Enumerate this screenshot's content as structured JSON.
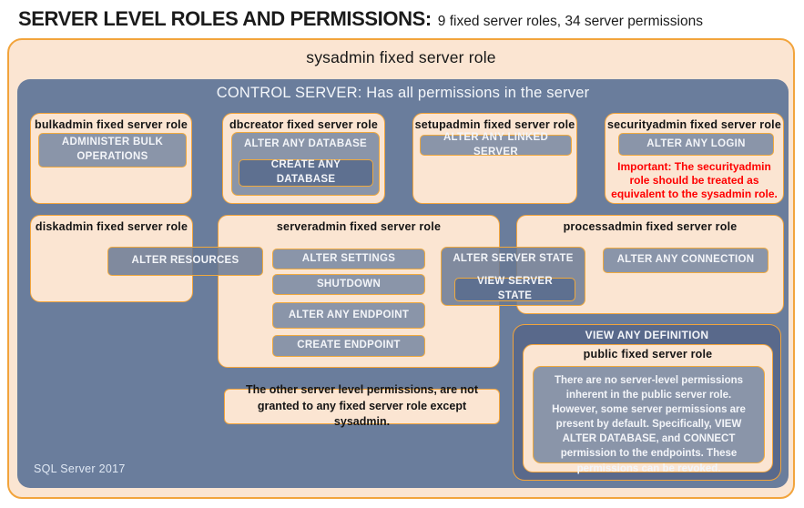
{
  "page": {
    "title_main": "SERVER LEVEL ROLES AND PERMISSIONS:",
    "title_sub": "9 fixed server roles, 34 server permissions",
    "footer": "SQL Server 2017"
  },
  "sysadmin": {
    "label": "sysadmin fixed server role"
  },
  "control": {
    "label": "CONTROL SERVER: Has all permissions in the server"
  },
  "roles": {
    "bulkadmin": {
      "label": "bulkadmin fixed server role",
      "permission": "ADMINISTER BULK OPERATIONS"
    },
    "dbcreator": {
      "label": "dbcreator fixed server role",
      "permission_outer": "ALTER ANY DATABASE",
      "permission_inner": "CREATE ANY DATABASE"
    },
    "setupadmin": {
      "label": "setupadmin fixed server role",
      "permission": "ALTER ANY LINKED SERVER"
    },
    "securityadmin": {
      "label": "securityadmin fixed server role",
      "permission": "ALTER ANY LOGIN",
      "warning": "Important: The securityadmin role should be treated as equivalent to the sysadmin role."
    },
    "diskadmin": {
      "label": "diskadmin fixed server role",
      "permission": "ALTER RESOURCES"
    },
    "serveradmin": {
      "label": "serveradmin fixed server role",
      "permissions": [
        "ALTER SETTINGS",
        "SHUTDOWN",
        "ALTER ANY ENDPOINT",
        "CREATE ENDPOINT"
      ],
      "state_outer": "ALTER SERVER STATE",
      "state_inner": "VIEW SERVER STATE"
    },
    "processadmin": {
      "label": "processadmin fixed server role",
      "permission": "ALTER ANY CONNECTION"
    },
    "public": {
      "view_any_definition": "VIEW ANY DEFINITION",
      "label": "public fixed server role",
      "description": "There are no server-level permissions inherent in the public server role. However, some server permissions are present by default. Specifically, VIEW ALTER DATABASE, and CONNECT permission to the endpoints. These permissions can be revoked."
    }
  },
  "note": "The other server level permissions, are not granted to any fixed server role except sysadmin.",
  "colors": {
    "peach": "#fbe5d2",
    "blue": "#6a7d9c",
    "slate": "#8a95a9",
    "slate_dark": "#5e7090",
    "navy": "#59698b",
    "orange_border": "#f2a43c",
    "warning_red": "#fe0000"
  }
}
